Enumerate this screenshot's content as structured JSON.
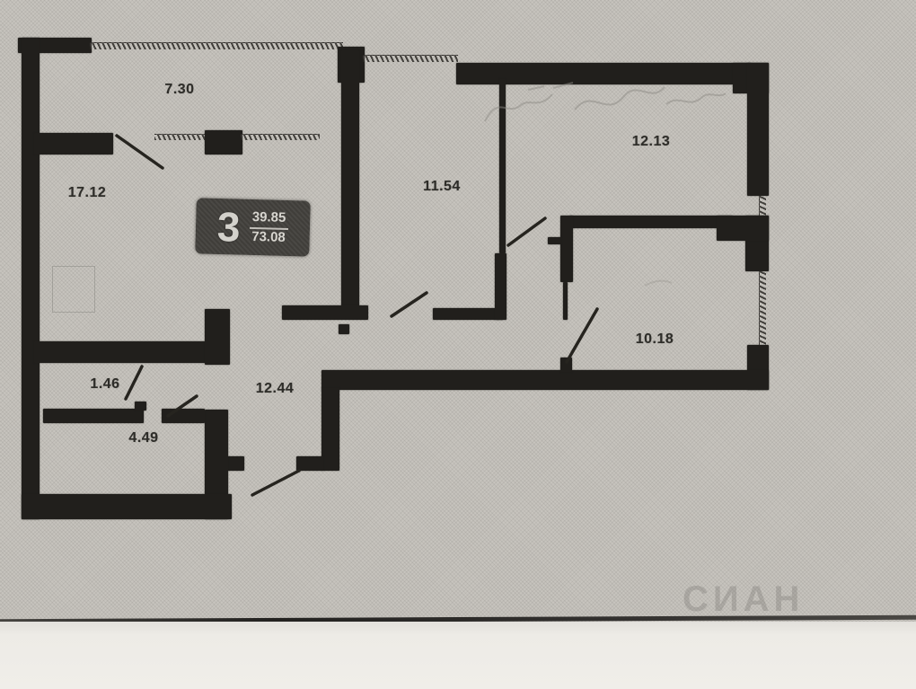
{
  "floorplan": {
    "badge": {
      "rooms_count": "3",
      "upper_value": "39.85",
      "lower_value": "73.08"
    },
    "rooms": [
      {
        "id": "balcony",
        "area": "7.30"
      },
      {
        "id": "room-a",
        "area": "17.12"
      },
      {
        "id": "room-b",
        "area": "11.54"
      },
      {
        "id": "room-c",
        "area": "12.13"
      },
      {
        "id": "room-d",
        "area": "10.18"
      },
      {
        "id": "niche",
        "area": "1.46"
      },
      {
        "id": "corridor",
        "area": "12.44"
      },
      {
        "id": "bath",
        "area": "4.49"
      }
    ],
    "watermark": "СИАН"
  }
}
